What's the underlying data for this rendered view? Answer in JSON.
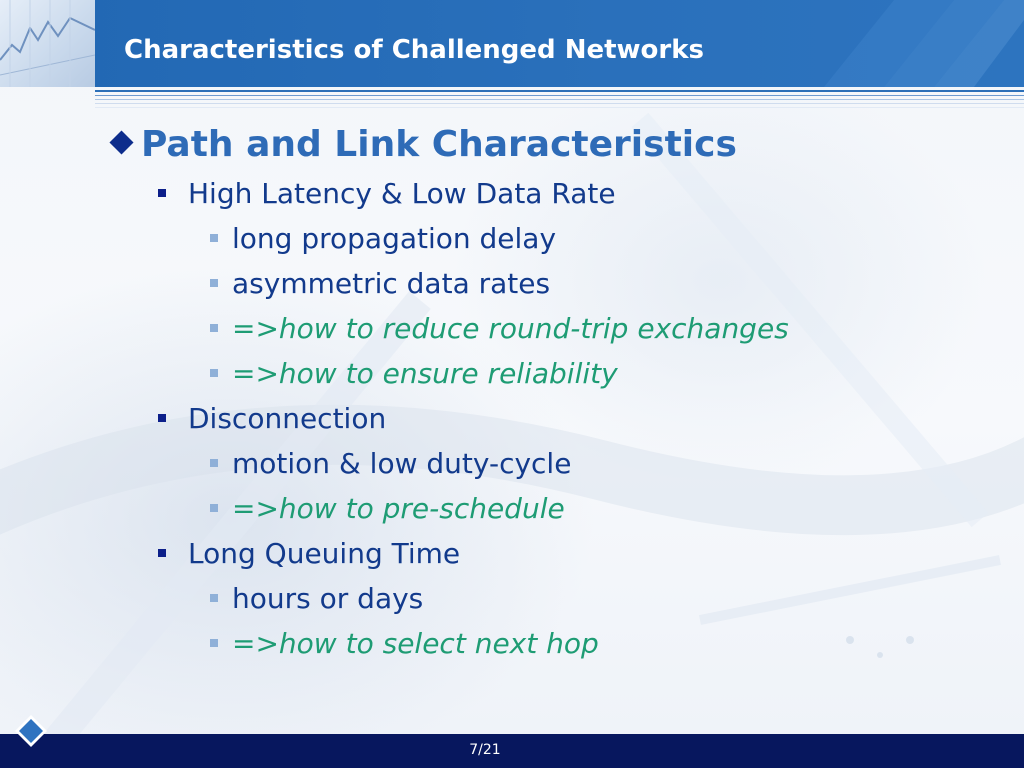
{
  "slide": {
    "title": "Characteristics of Challenged Networks",
    "page_number": "7/21"
  },
  "content": {
    "heading": "Path and Link Characteristics",
    "heading_icon": "diamond-icon",
    "sections": [
      {
        "label": "High Latency & Low Data Rate",
        "items": [
          {
            "text": "long propagation delay",
            "style": "normal"
          },
          {
            "text": "asymmetric data rates",
            "style": "normal"
          },
          {
            "text": "=>how to reduce round-trip exchanges",
            "style": "note"
          },
          {
            "text": "=>how to ensure reliability",
            "style": "note"
          }
        ]
      },
      {
        "label": "Disconnection",
        "items": [
          {
            "text": "motion & low duty-cycle",
            "style": "normal"
          },
          {
            "text": "=>how to pre-schedule",
            "style": "note"
          }
        ]
      },
      {
        "label": "Long Queuing Time",
        "items": [
          {
            "text": "hours or days",
            "style": "normal"
          },
          {
            "text": "=>how to select next hop",
            "style": "note"
          }
        ]
      }
    ]
  },
  "colors": {
    "header_blue": "#2a70bb",
    "heading_blue": "#2e6bb7",
    "body_navy": "#123a8c",
    "note_green": "#1e9c74",
    "footer_navy": "#07175e"
  }
}
